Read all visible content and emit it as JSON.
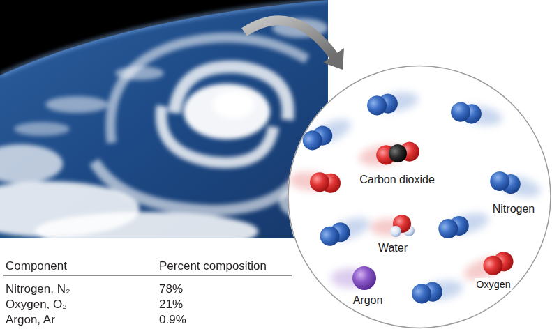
{
  "diagram": {
    "nodes": [
      {
        "text": [
          "Carbon dioxide",
          "Nitrogen",
          "Water",
          "Argon",
          "Oxygen"
        ]
      }
    ],
    "labels": [
      "Component",
      "Percent composition",
      "Nitrogen, N₂",
      "78%",
      "Oxygen, O₂",
      "21%",
      "Argon, Ar",
      "0.9%"
    ]
  }
}
